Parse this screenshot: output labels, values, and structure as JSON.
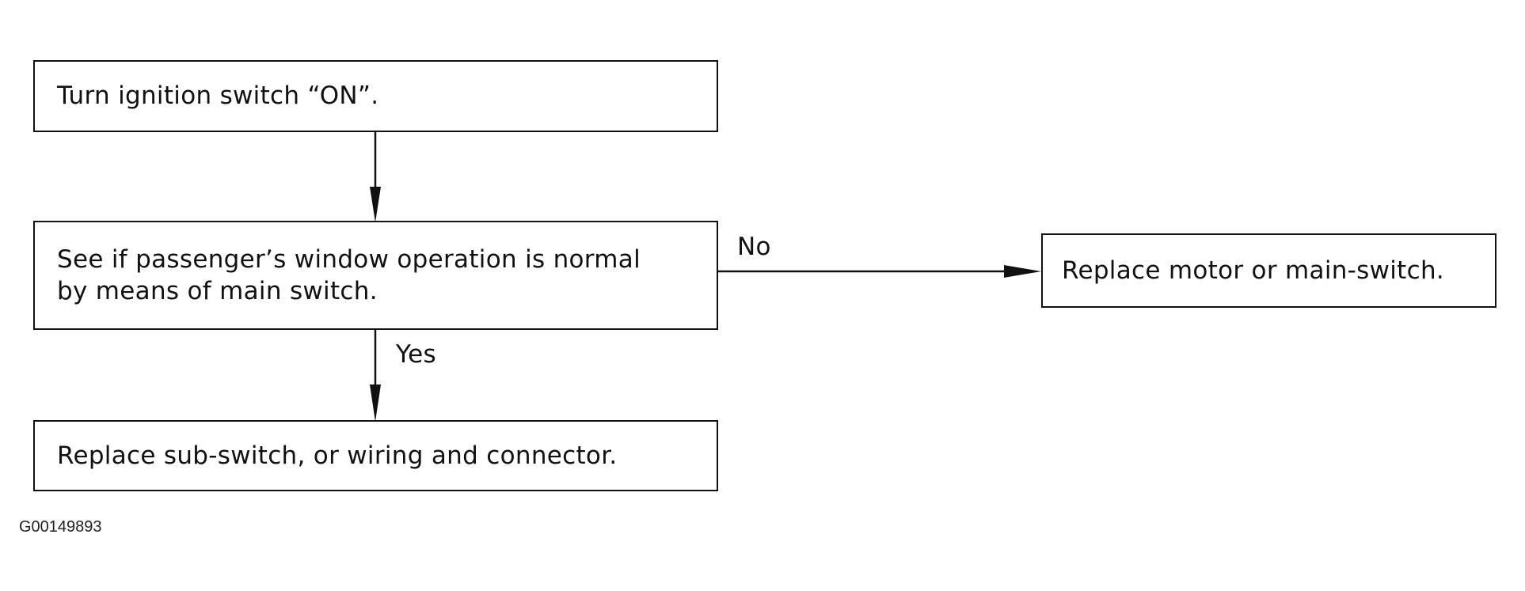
{
  "flowchart": {
    "nodes": {
      "start": "Turn ignition switch “ON”.",
      "check": "See if passenger’s window operation is normal\nby means of main switch.",
      "no_action": "Replace motor or main-switch.",
      "yes_action": "Replace sub-switch, or wiring and connector."
    },
    "edges": {
      "no_label": "No",
      "yes_label": "Yes"
    }
  },
  "figure_id": "G00149893"
}
